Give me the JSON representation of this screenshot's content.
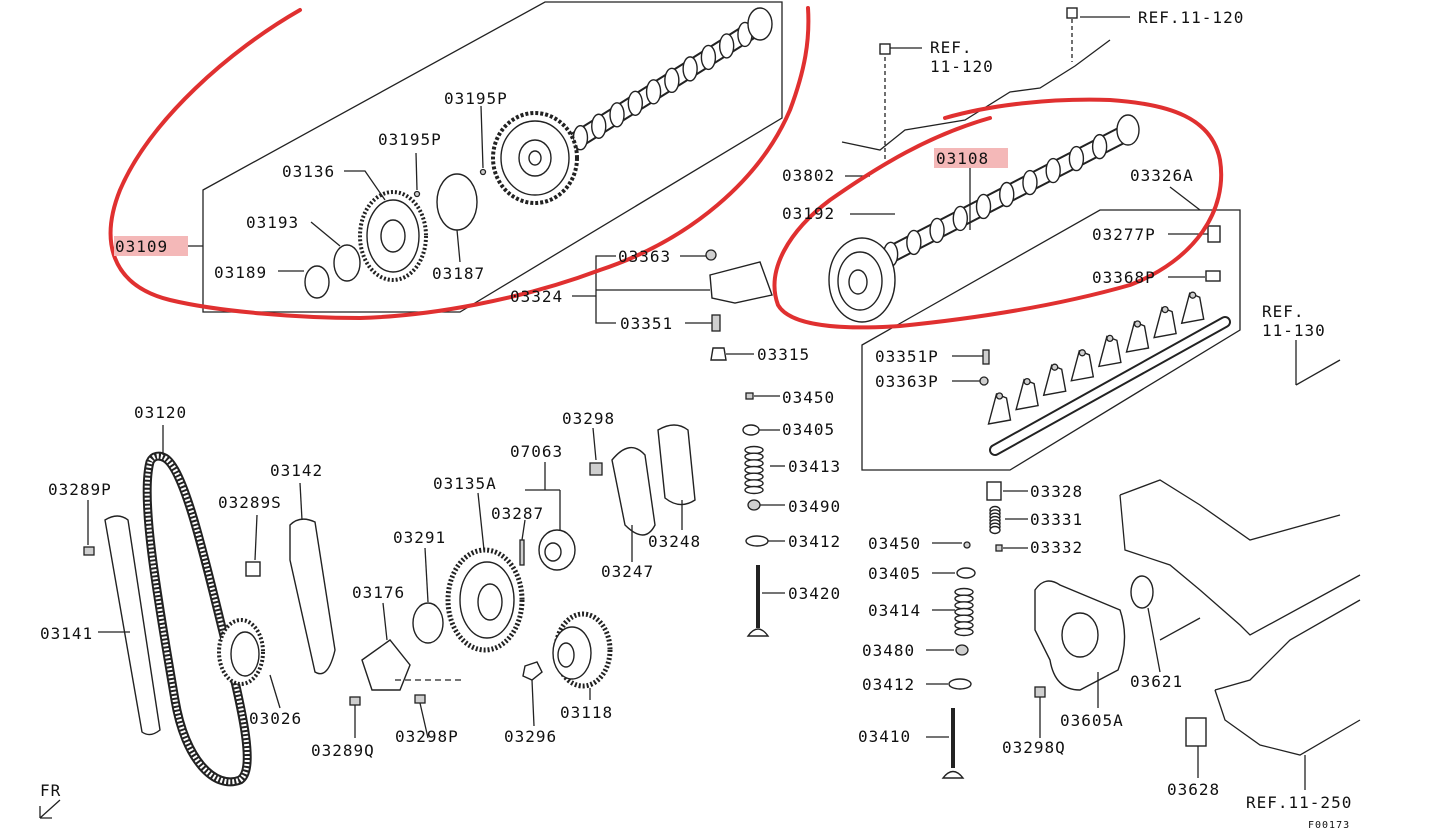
{
  "labels": {
    "p03109": "03109",
    "p03189": "03189",
    "p03193": "03193",
    "p03136": "03136",
    "p03195p_a": "03195P",
    "p03195p_b": "03195P",
    "p03187": "03187",
    "p03108": "03108",
    "p03802": "03802",
    "p03192": "03192",
    "p03326a": "03326A",
    "p03277p": "03277P",
    "p03368p": "03368P",
    "p03363": "03363",
    "p03324": "03324",
    "p03351": "03351",
    "p03315": "03315",
    "p03351p": "03351P",
    "p03363p": "03363P",
    "p03450_a": "03450",
    "p03405_a": "03405",
    "p03413": "03413",
    "p03490": "03490",
    "p03412_a": "03412",
    "p03420": "03420",
    "p03328": "03328",
    "p03331": "03331",
    "p03332": "03332",
    "p03450_b": "03450",
    "p03405_b": "03405",
    "p03414": "03414",
    "p03480": "03480",
    "p03412_b": "03412",
    "p03410": "03410",
    "p03120": "03120",
    "p03289p": "03289P",
    "p03289s": "03289S",
    "p03142": "03142",
    "p03141": "03141",
    "p03026": "03026",
    "p03289q": "03289Q",
    "p03176": "03176",
    "p03298p": "03298P",
    "p03291": "03291",
    "p03135a": "03135A",
    "p03287": "03287",
    "p07063": "07063",
    "p03298": "03298",
    "p03247": "03247",
    "p03248": "03248",
    "p03296": "03296",
    "p03118": "03118",
    "p03298q": "03298Q",
    "p03605a": "03605A",
    "p03621": "03621",
    "p03628": "03628",
    "ref_11_120_a": "REF.11-120",
    "ref_11_120_b1": "REF.",
    "ref_11_120_b2": "11-120",
    "ref_11_130_1": "REF.",
    "ref_11_130_2": "11-130",
    "ref_11_250": "REF.11-250",
    "fr": "FR",
    "figure_code": "F00173"
  },
  "highlighted_parts": [
    "03109",
    "03108"
  ],
  "colors": {
    "ink": "#222222",
    "highlight_label_bg": "#f4b8b8",
    "annotation_red": "#e03030"
  }
}
